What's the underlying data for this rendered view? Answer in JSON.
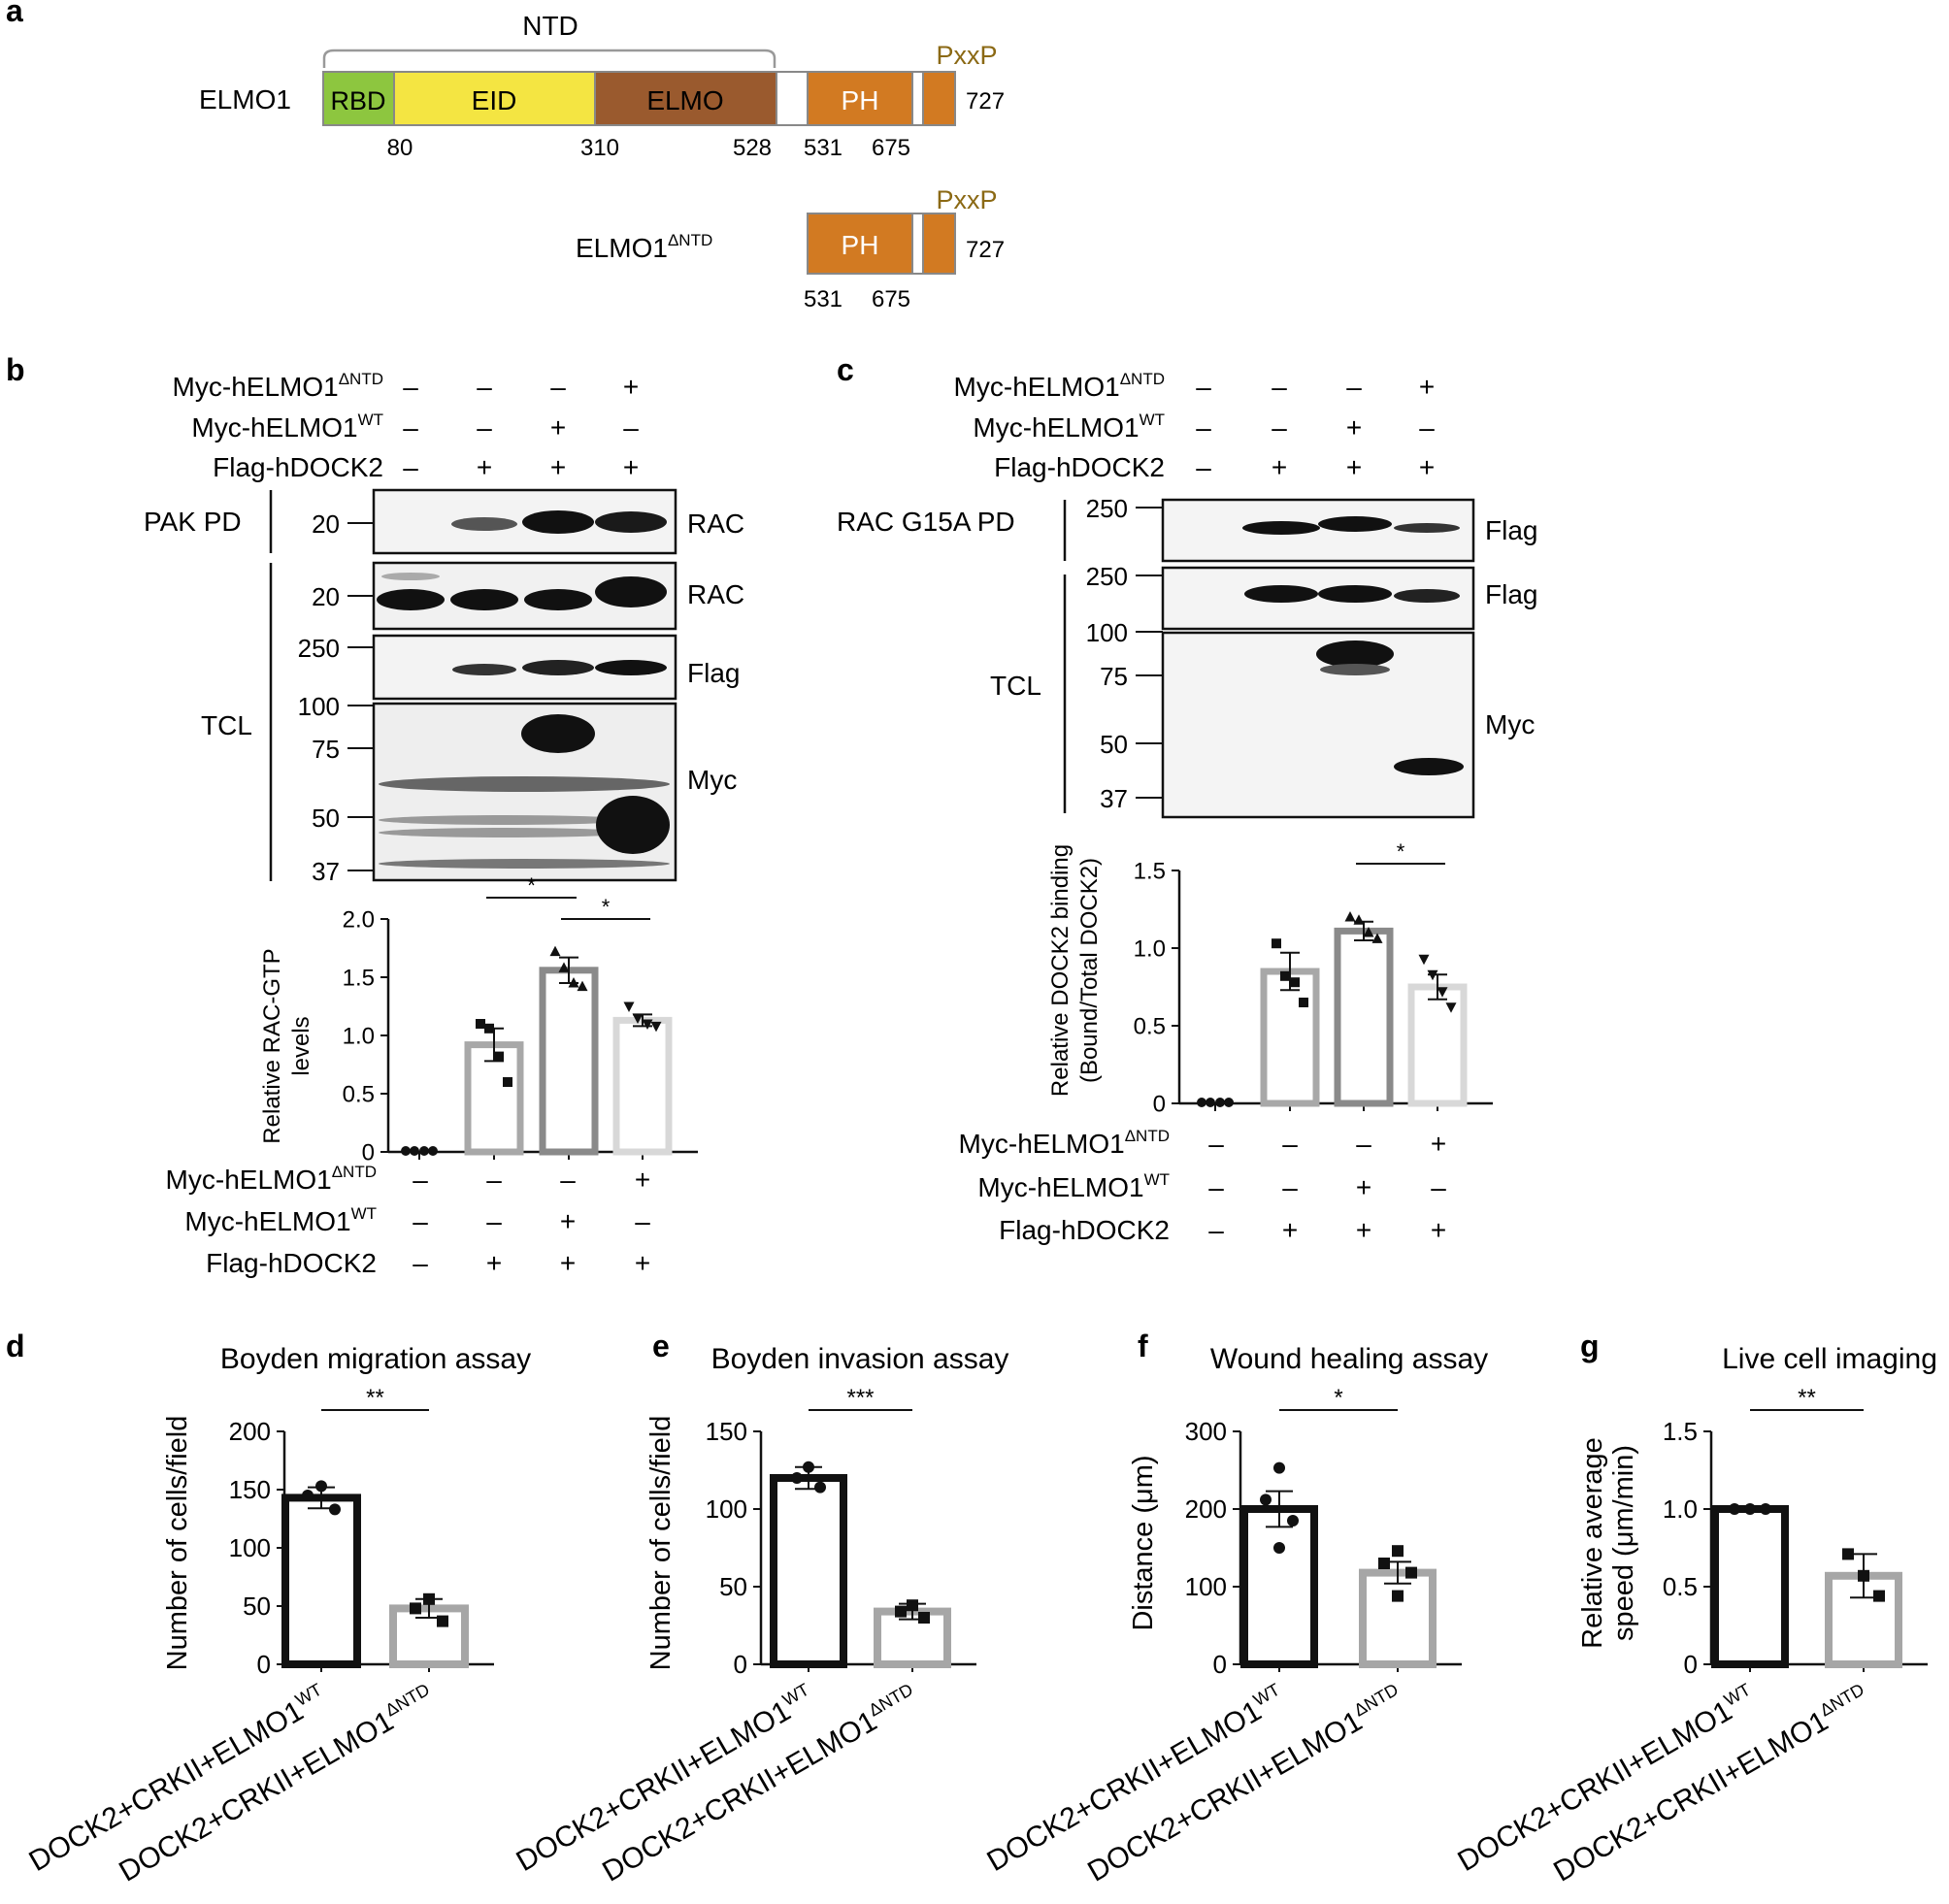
{
  "panel_letters": {
    "a": "a",
    "b": "b",
    "c": "c",
    "d": "d",
    "e": "e",
    "f": "f",
    "g": "g"
  },
  "domain_map": {
    "ntd_label": "NTD",
    "pxxp": "PxxP",
    "elmo1_label": "ELMO1",
    "elmo1_dntd_label": "ELMO1",
    "elmo1_dntd_sup": "ΔNTD",
    "domains": {
      "rbd": "RBD",
      "eid": "EID",
      "elmo": "ELMO",
      "ph": "PH"
    },
    "positions_full": [
      "80",
      "310",
      "528",
      "531",
      "675"
    ],
    "positions_trunc": [
      "531",
      "675"
    ],
    "length": "727",
    "colors": {
      "rbd": "#8dc63f",
      "eid": "#f4e542",
      "elmo": "#9a5a2e",
      "ph": "#d27a22",
      "pxxp_text": "#8b6914",
      "outline": "#888888"
    }
  },
  "conditions": {
    "row1": "Myc-hELMO1",
    "row1_sup": "ΔNTD",
    "row2": "Myc-hELMO1",
    "row2_sup": "WT",
    "row3": "Flag-hDOCK2",
    "row1_vals": [
      "–",
      "–",
      "–",
      "+"
    ],
    "row2_vals": [
      "–",
      "–",
      "+",
      "–"
    ],
    "row3_vals": [
      "–",
      "+",
      "+",
      "+"
    ]
  },
  "blot_b": {
    "pak_pd": "PAK PD",
    "tcl": "TCL",
    "rac1": "RAC",
    "rac2": "RAC",
    "flag": "Flag",
    "myc": "Myc",
    "mw_rac1": [
      "20"
    ],
    "mw_rac2": [
      "20"
    ],
    "mw_flag": [
      "250"
    ],
    "mw_myc": [
      "100",
      "75",
      "50",
      "37"
    ]
  },
  "blot_c": {
    "rac_pd": "RAC G15A PD",
    "tcl": "TCL",
    "flag1": "Flag",
    "flag2": "Flag",
    "myc": "Myc",
    "mw_flag1": [
      "250"
    ],
    "mw_flag2": [
      "250"
    ],
    "mw_myc": [
      "100",
      "75",
      "50",
      "37"
    ]
  },
  "chart_data": [
    {
      "panel": "b",
      "type": "bar",
      "categories": [
        "1",
        "2",
        "3",
        "4"
      ],
      "values": [
        0.0,
        0.92,
        1.56,
        1.13
      ],
      "errors": [
        0.0,
        0.14,
        0.11,
        0.05
      ],
      "points": [
        [
          0,
          0,
          0,
          0
        ],
        [
          1.1,
          1.06,
          0.82,
          0.6
        ],
        [
          1.72,
          1.58,
          1.45,
          1.42
        ],
        [
          1.25,
          1.15,
          1.1,
          1.08
        ]
      ],
      "markers": [
        "circle",
        "square",
        "triangle-up",
        "triangle-down"
      ],
      "ylabel1": "Relative RAC-GTP",
      "ylabel2": "levels",
      "ylim": [
        0,
        2.0
      ],
      "yticks": [
        "0",
        "0.5",
        "1.0",
        "1.5",
        "2.0"
      ],
      "sig": [
        {
          "pair": [
            1,
            2
          ],
          "label": "*"
        },
        {
          "pair": [
            2,
            3
          ],
          "label": "*"
        }
      ],
      "bar_colors": [
        "#999999",
        "#a8a8a8",
        "#8a8a8a",
        "#d8d8d8"
      ]
    },
    {
      "panel": "c",
      "type": "bar",
      "categories": [
        "1",
        "2",
        "3",
        "4"
      ],
      "values": [
        0.0,
        0.85,
        1.11,
        0.75
      ],
      "errors": [
        0.0,
        0.12,
        0.06,
        0.08
      ],
      "points": [
        [
          0,
          0,
          0,
          0
        ],
        [
          1.03,
          0.82,
          0.78,
          0.65
        ],
        [
          1.2,
          1.18,
          1.1,
          1.06
        ],
        [
          0.93,
          0.83,
          0.72,
          0.62
        ]
      ],
      "markers": [
        "circle",
        "square",
        "triangle-up",
        "triangle-down"
      ],
      "ylabel1": "Relative DOCK2 binding",
      "ylabel2": "(Bound/Total DOCK2)",
      "ylim": [
        0,
        1.5
      ],
      "yticks": [
        "0",
        "0.5",
        "1.0",
        "1.5"
      ],
      "sig": [
        {
          "pair": [
            2,
            3
          ],
          "label": "*"
        }
      ],
      "bar_colors": [
        "#999999",
        "#a8a8a8",
        "#8a8a8a",
        "#d8d8d8"
      ]
    },
    {
      "panel": "d",
      "type": "bar",
      "title": "Boyden migration assay",
      "ylabel": "Number of cells/field",
      "categories": [
        "DOCK2+CRKII+ELMO1",
        "DOCK2+CRKII+ELMO1"
      ],
      "cat_sups": [
        "WT",
        "ΔNTD"
      ],
      "values": [
        143,
        48
      ],
      "errors": [
        9,
        8
      ],
      "points": [
        [
          153,
          145,
          133
        ],
        [
          56,
          48,
          37
        ]
      ],
      "markers": [
        "circle",
        "square"
      ],
      "ylim": [
        0,
        200
      ],
      "yticks": [
        "0",
        "50",
        "100",
        "150",
        "200"
      ],
      "sig": [
        {
          "pair": [
            0,
            1
          ],
          "label": "**"
        }
      ]
    },
    {
      "panel": "e",
      "type": "bar",
      "title": "Boyden invasion assay",
      "ylabel": "Number of cells/field",
      "categories": [
        "DOCK2+CRKII+ELMO1",
        "DOCK2+CRKII+ELMO1"
      ],
      "cat_sups": [
        "WT",
        "ΔNTD"
      ],
      "values": [
        120,
        34
      ],
      "errors": [
        7,
        5
      ],
      "points": [
        [
          127,
          120,
          114
        ],
        [
          38,
          34,
          30
        ]
      ],
      "markers": [
        "circle",
        "square"
      ],
      "ylim": [
        0,
        150
      ],
      "yticks": [
        "0",
        "50",
        "100",
        "150"
      ],
      "sig": [
        {
          "pair": [
            0,
            1
          ],
          "label": "***"
        }
      ]
    },
    {
      "panel": "f",
      "type": "bar",
      "title": "Wound healing assay",
      "ylabel": "Distance (μm)",
      "categories": [
        "DOCK2+CRKII+ELMO1",
        "DOCK2+CRKII+ELMO1"
      ],
      "cat_sups": [
        "WT",
        "ΔNTD"
      ],
      "values": [
        200,
        118
      ],
      "errors": [
        23,
        14
      ],
      "points": [
        [
          253,
          212,
          185,
          150
        ],
        [
          146,
          130,
          118,
          88
        ]
      ],
      "markers": [
        "circle",
        "square"
      ],
      "ylim": [
        0,
        300
      ],
      "yticks": [
        "0",
        "100",
        "200",
        "300"
      ],
      "sig": [
        {
          "pair": [
            0,
            1
          ],
          "label": "*"
        }
      ]
    },
    {
      "panel": "g",
      "type": "bar",
      "title": "Live cell imaging",
      "ylabel1": "Relative average",
      "ylabel2": "speed (μm/min)",
      "categories": [
        "DOCK2+CRKII+ELMO1",
        "DOCK2+CRKII+ELMO1"
      ],
      "cat_sups": [
        "WT",
        "ΔNTD"
      ],
      "values": [
        1.0,
        0.57
      ],
      "errors": [
        0.0,
        0.14
      ],
      "points": [
        [
          1.0,
          1.0,
          1.0
        ],
        [
          0.71,
          0.57,
          0.44
        ]
      ],
      "markers": [
        "circle",
        "square"
      ],
      "ylim": [
        0,
        1.5
      ],
      "yticks": [
        "0",
        "0.5",
        "1.0",
        "1.5"
      ],
      "sig": [
        {
          "pair": [
            0,
            1
          ],
          "label": "**"
        }
      ]
    }
  ]
}
